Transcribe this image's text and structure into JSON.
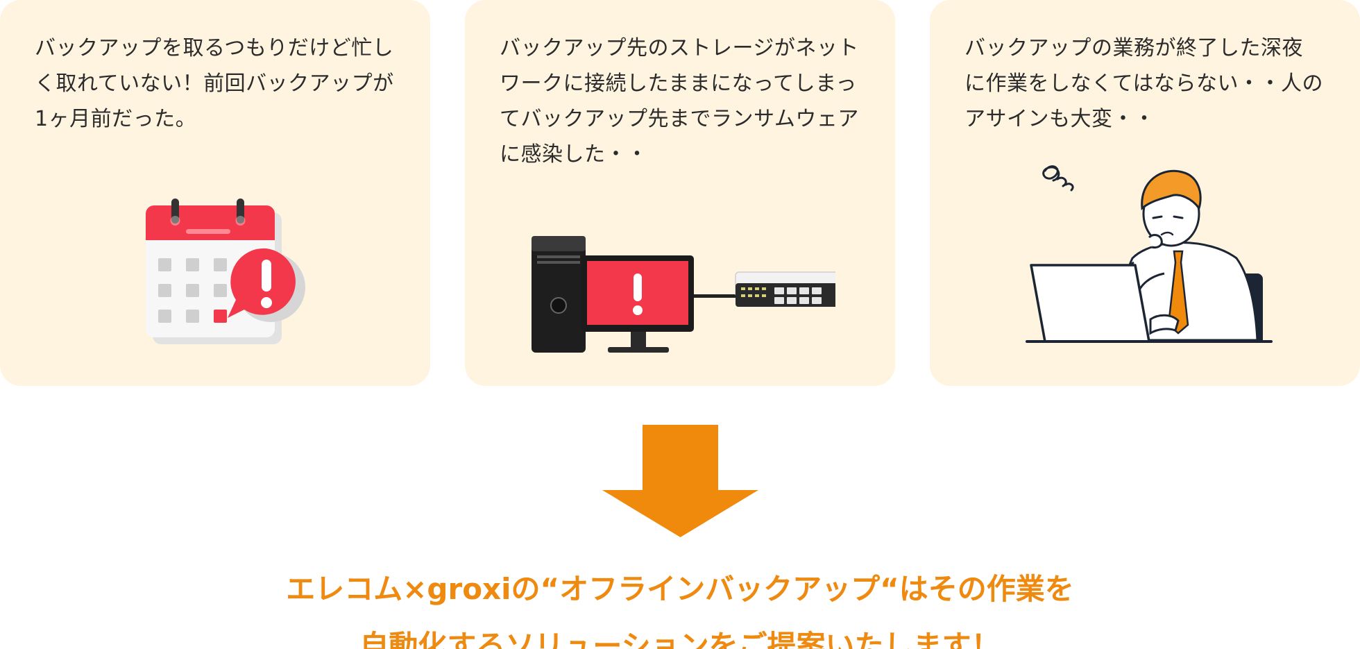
{
  "cards": [
    {
      "text": "バックアップを取るつもりだけど忙し\nく取れていない！前回バックアップが\n1ヶ月前だった。",
      "illustration": "calendar-alert-icon"
    },
    {
      "text": "バックアップ先のストレージがネット\nワークに接続したままになってしまっ\nてバックアップ先までランサムウェア\nに感染した・・",
      "illustration": "pc-network-infected-icon"
    },
    {
      "text": "バックアップの業務が終了した深夜\nに作業をしなくてはならない・・人の\nアサインも大変・・",
      "illustration": "tired-worker-icon"
    }
  ],
  "arrow": {
    "icon": "down-arrow-icon",
    "color": "#f08a0c"
  },
  "conclusion": {
    "line1": "エレコム×groxiの“オフラインバックアップ“はその作業を",
    "line2": "自動化するソリューションをご提案いたします！",
    "color": "#ee8a10"
  },
  "colors": {
    "card_background": "#fff4e0",
    "alert_red": "#f2384a",
    "accent_orange": "#f08a0c"
  }
}
